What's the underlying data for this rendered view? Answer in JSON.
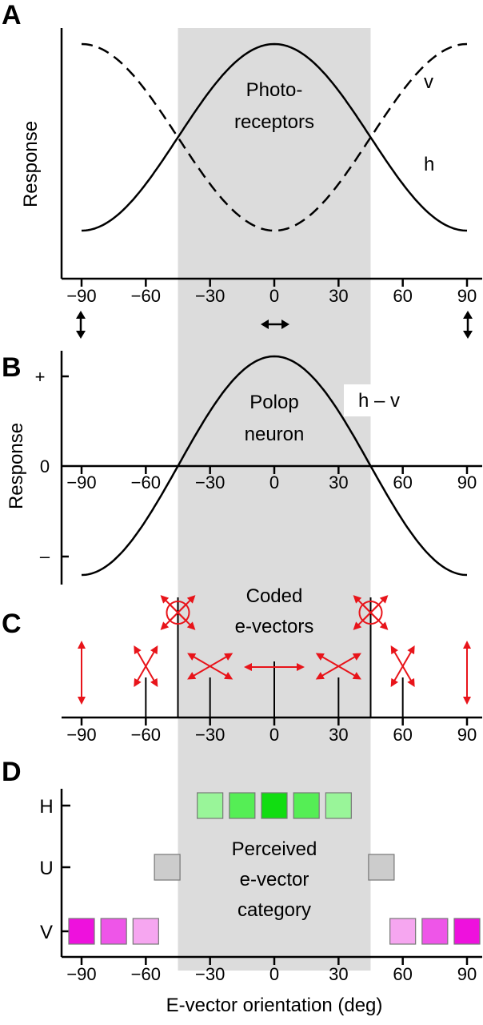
{
  "panels": {
    "a": {
      "letter": "A",
      "ylabel": "Response",
      "center_label": [
        "Photo-",
        "receptors"
      ],
      "curve_h_label": "h",
      "curve_v_label": "v",
      "tick_labels": [
        "−90",
        "−60",
        "−30",
        "0",
        "30",
        "60",
        "90"
      ]
    },
    "b": {
      "letter": "B",
      "ylabel": "Response",
      "y_plus": "+",
      "y_zero": "0",
      "y_minus": "–",
      "center_label": [
        "Polop",
        "neuron"
      ],
      "curve_label": "h – v",
      "tick_labels": [
        "−90",
        "−60",
        "−30",
        "0",
        "30",
        "60",
        "90"
      ]
    },
    "c": {
      "letter": "C",
      "center_label": [
        "Coded",
        "e-vectors"
      ],
      "tick_labels": [
        "−90",
        "−60",
        "−30",
        "0",
        "30",
        "60",
        "90"
      ]
    },
    "d": {
      "letter": "D",
      "y_categories": [
        "H",
        "U",
        "V"
      ],
      "center_label": [
        "Perceived",
        "e-vector",
        "category"
      ],
      "tick_labels": [
        "−90",
        "−60",
        "−30",
        "0",
        "30",
        "60",
        "90"
      ],
      "xlabel": "E-vector orientation (deg)"
    }
  },
  "colors": {
    "shade": "#dcdcdc",
    "arrows": "#e8141a",
    "green_boxes": [
      "#99f599",
      "#55ee55",
      "#11dd11",
      "#55ee55",
      "#99f599"
    ],
    "uncertain_box": "#cccccc",
    "magenta_left": [
      "#ee11dd",
      "#ee55e8",
      "#f6a6f0"
    ],
    "magenta_right": [
      "#f6a6f0",
      "#ee55e8",
      "#ee11dd"
    ]
  },
  "chart_data": [
    {
      "type": "line",
      "x": [
        -90,
        -60,
        -30,
        0,
        30,
        60,
        90
      ],
      "ylabel": "Response",
      "series": [
        {
          "name": "h",
          "values": [
            0.0,
            0.25,
            0.75,
            1.0,
            0.75,
            0.25,
            0.0
          ]
        },
        {
          "name": "v",
          "values": [
            1.0,
            0.75,
            0.25,
            0.0,
            0.25,
            0.75,
            1.0
          ]
        }
      ],
      "shaded_range": [
        -45,
        45
      ]
    },
    {
      "type": "line",
      "x": [
        -90,
        -60,
        -30,
        0,
        30,
        60,
        90
      ],
      "ylabel": "Response",
      "series": [
        {
          "name": "h – v",
          "values": [
            -1.0,
            -0.5,
            0.5,
            1.0,
            0.5,
            -0.5,
            -1.0
          ]
        }
      ],
      "shaded_range": [
        -45,
        45
      ]
    },
    {
      "type": "scatter",
      "x": [
        -90,
        -60,
        -45,
        -30,
        0,
        30,
        45,
        60,
        90
      ],
      "values": [
        0.5,
        0.25,
        0.75,
        0.25,
        0.35,
        0.25,
        0.75,
        0.25,
        0.5
      ]
    },
    {
      "type": "table",
      "rows": [
        {
          "category": "H",
          "x": [
            -30,
            -15,
            0,
            15,
            30
          ]
        },
        {
          "category": "U",
          "x": [
            -50,
            50
          ]
        },
        {
          "category": "V",
          "x": [
            -90,
            -75,
            -60,
            60,
            75,
            90
          ]
        }
      ]
    }
  ]
}
